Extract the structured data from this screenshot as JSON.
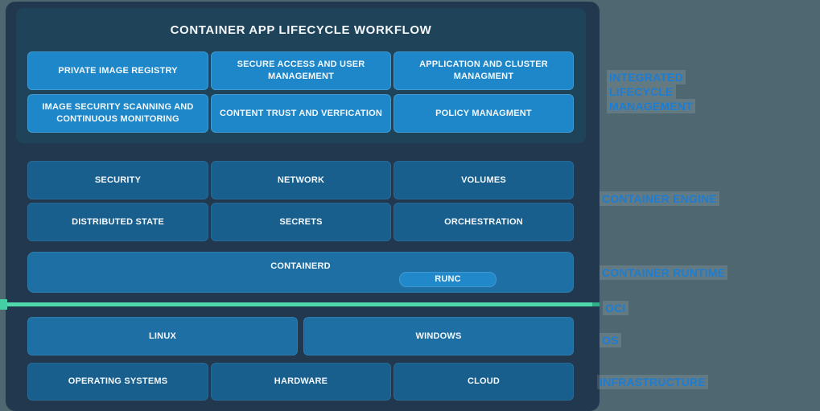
{
  "colors": {
    "canvas_bg": "#4e6771",
    "panel_bg": "#22384e",
    "inner_panel_bg": "#1f4459",
    "box_bright": "#1d87c9",
    "box_medium": "#1d6fa4",
    "box_dark": "#185f8d",
    "runc_bg": "#2189c9",
    "teal_line": "#4fd9ad",
    "teal_cap": "#45cfa4",
    "teal_cap_dark": "#2fae87",
    "label_blue": "#1b7dd3",
    "label_highlight": "rgba(255,255,255,0.13)"
  },
  "workflow": {
    "title": "CONTAINER APP LIFECYCLE WORKFLOW",
    "boxes": [
      "PRIVATE IMAGE REGISTRY",
      "SECURE ACCESS AND USER MANAGEMENT",
      "APPLICATION AND CLUSTER MANAGMENT",
      "IMAGE SECURITY SCANNING AND CONTINUOUS MONITORING",
      "CONTENT TRUST AND VERFICATION",
      "POLICY MANAGMENT"
    ]
  },
  "engine": {
    "boxes": [
      "SECURITY",
      "NETWORK",
      "VOLUMES",
      "DISTRIBUTED STATE",
      "SECRETS",
      "ORCHESTRATION"
    ]
  },
  "runtime": {
    "containerd": "CONTAINERD",
    "runc": "RUNC"
  },
  "os_layer": {
    "boxes": [
      "LINUX",
      "WINDOWS"
    ]
  },
  "infrastructure": {
    "boxes": [
      "OPERATING SYSTEMS",
      "HARDWARE",
      "CLOUD"
    ]
  },
  "side_labels": {
    "lifecycle": "INTEGRATED LIFECYCLE MANAGEMENT",
    "engine": "CONTAINER ENGINE",
    "runtime": "CONTAINER RUNTIME",
    "oci": "OCI",
    "os": "OS",
    "infrastructure": "INFRASTRUCTURE"
  }
}
